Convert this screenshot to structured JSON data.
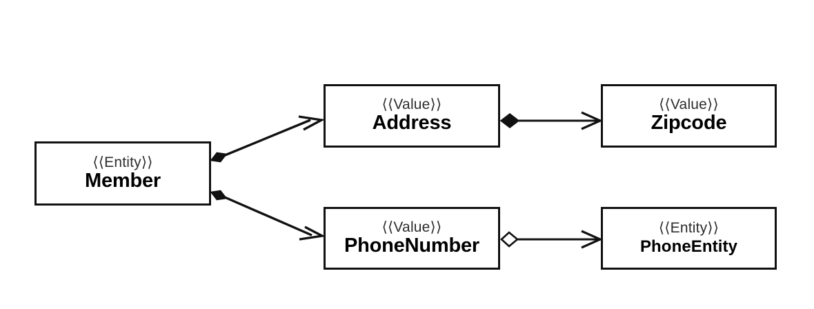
{
  "diagram": {
    "type": "uml-class-diagram",
    "background_color": "#ffffff",
    "line_color": "#111111",
    "stereotype_color": "#2c2c2c",
    "name_color": "#000000",
    "nodes": [
      {
        "id": "member",
        "stereotype": "⟨⟨Entity⟩⟩",
        "name": "Member"
      },
      {
        "id": "address",
        "stereotype": "⟨⟨Value⟩⟩",
        "name": "Address"
      },
      {
        "id": "zipcode",
        "stereotype": "⟨⟨Value⟩⟩",
        "name": "Zipcode"
      },
      {
        "id": "phonenumber",
        "stereotype": "⟨⟨Value⟩⟩",
        "name": "PhoneNumber"
      },
      {
        "id": "phoneentity",
        "stereotype": "⟨⟨Entity⟩⟩",
        "name": "PhoneEntity"
      }
    ],
    "edges": [
      {
        "id": "member-address",
        "from": "member",
        "to": "address",
        "source_marker": "filled-diamond",
        "target_marker": "open-arrow"
      },
      {
        "id": "member-phonenumber",
        "from": "member",
        "to": "phonenumber",
        "source_marker": "filled-diamond",
        "target_marker": "open-arrow"
      },
      {
        "id": "address-zipcode",
        "from": "address",
        "to": "zipcode",
        "source_marker": "filled-diamond",
        "target_marker": "open-arrow"
      },
      {
        "id": "phonenumber-phoneentity",
        "from": "phonenumber",
        "to": "phoneentity",
        "source_marker": "hollow-diamond",
        "target_marker": "open-arrow"
      }
    ]
  }
}
